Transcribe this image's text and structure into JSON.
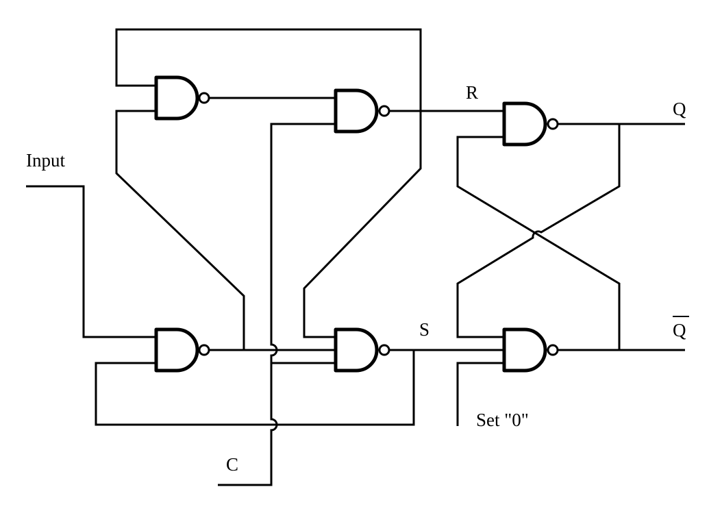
{
  "labels": {
    "input": "Input",
    "clock": "C",
    "reset": "R",
    "set": "S",
    "output_q": "Q",
    "output_q_bar": "Q",
    "set_zero": "Set \"0\""
  },
  "colors": {
    "line": "#000000",
    "background": "#ffffff"
  },
  "gates": [
    {
      "id": "g1",
      "type": "nand"
    },
    {
      "id": "g2",
      "type": "nand"
    },
    {
      "id": "g3",
      "type": "nand"
    },
    {
      "id": "g4",
      "type": "nand"
    },
    {
      "id": "g5",
      "type": "nand"
    },
    {
      "id": "g6",
      "type": "nand"
    }
  ]
}
